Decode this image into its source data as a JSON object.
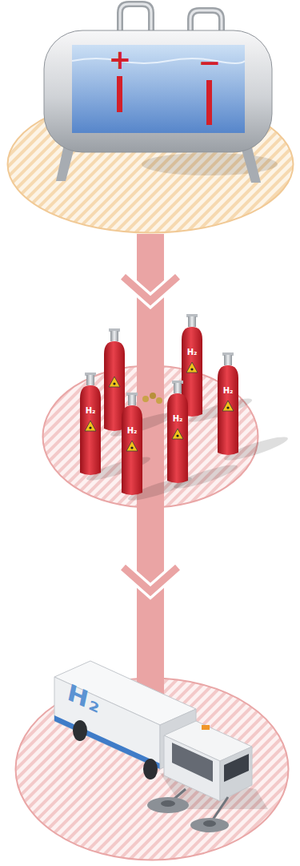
{
  "diagram": {
    "nodes": [
      {
        "text": [
          "+",
          "−"
        ]
      },
      {
        "text": [
          "H₂",
          "H₂",
          "H₂",
          "H₂",
          "H₂"
        ]
      },
      {
        "text": [
          "H₂"
        ]
      }
    ],
    "edges": [
      {
        "from": 0,
        "to": 1,
        "arrow": "to"
      },
      {
        "from": 1,
        "to": 2,
        "arrow": "to"
      }
    ]
  }
}
